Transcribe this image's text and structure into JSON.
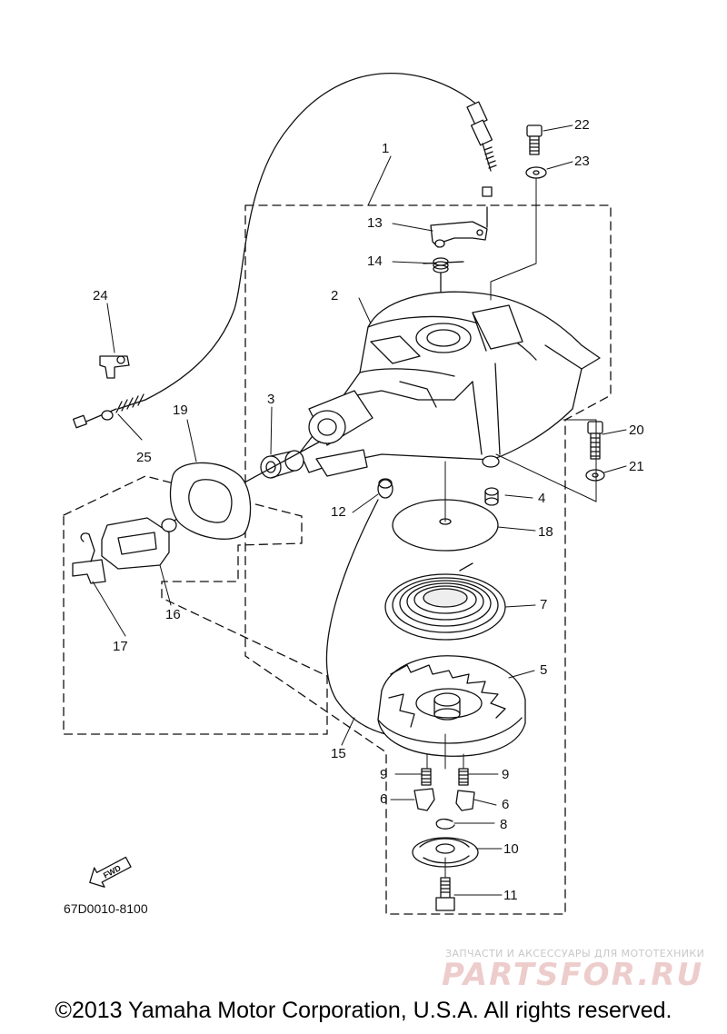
{
  "diagram": {
    "callouts": [
      "1",
      "2",
      "3",
      "4",
      "5",
      "6",
      "6",
      "7",
      "8",
      "9",
      "9",
      "10",
      "11",
      "12",
      "13",
      "14",
      "15",
      "16",
      "17",
      "18",
      "19",
      "20",
      "21",
      "22",
      "23",
      "24",
      "25"
    ],
    "fwd_label": "FWD",
    "part_code": "67D0010-8100"
  },
  "watermark": {
    "tagline": "ЗАПЧАСТИ И АКСЕССУАРЫ ДЛЯ МОТОТЕХНИКИ",
    "brand": "PARTSFOR.RU"
  },
  "footer": {
    "copyright": "©2013 Yamaha Motor Corporation, U.S.A. All rights reserved."
  }
}
